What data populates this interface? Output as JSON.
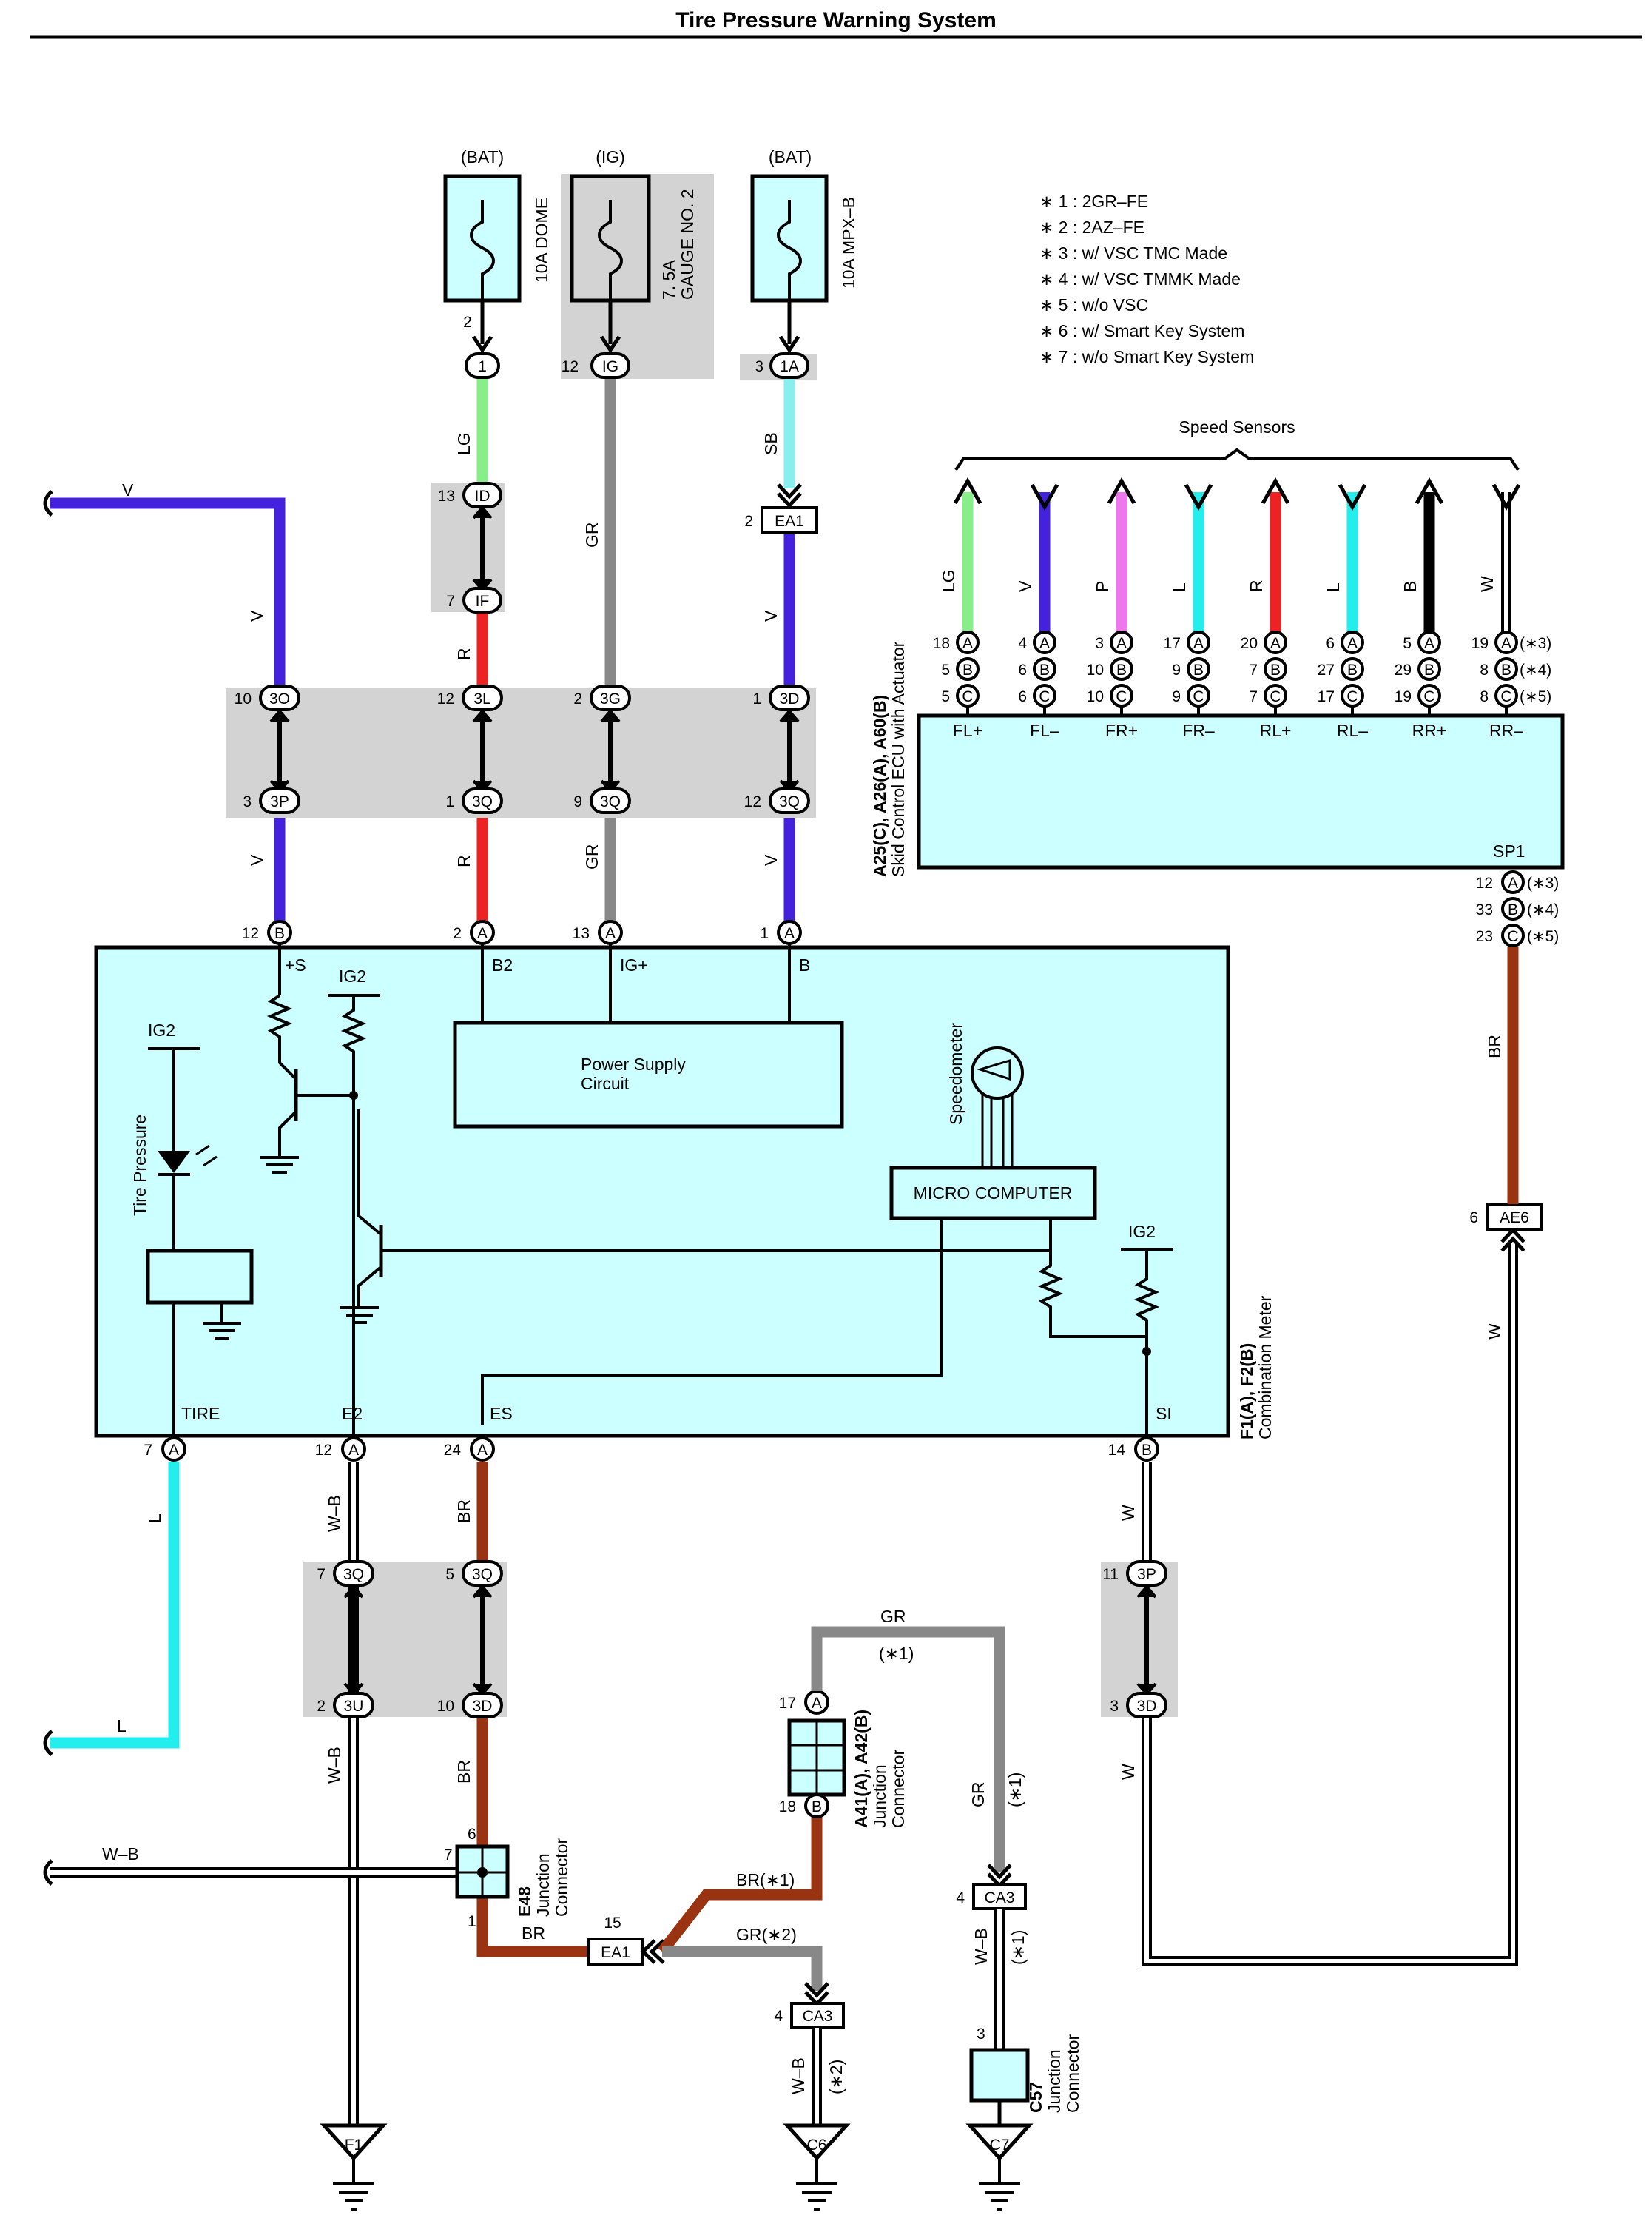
{
  "title": "Tire Pressure Warning System",
  "notes": [
    "∗ 1 : 2GR–FE",
    "∗ 2 : 2AZ–FE",
    "∗ 3 : w/ VSC TMC Made",
    "∗ 4 : w/ VSC TMMK Made",
    "∗ 5 : w/o VSC",
    "∗ 6 : w/ Smart Key System",
    "∗ 7 : w/o Smart Key System"
  ],
  "fuses": [
    {
      "source": "(BAT)",
      "name": "10A DOME",
      "pin": "2",
      "connector": "1"
    },
    {
      "source": "(IG)",
      "name": "7. 5A",
      "name2": "GAUGE NO. 2",
      "pin": "12",
      "connector": "IG"
    },
    {
      "source": "(BAT)",
      "name": "10A MPX–B",
      "pin": "3",
      "connector": "1A"
    }
  ],
  "speed_sensors": {
    "label": "Speed Sensors",
    "wires": [
      "LG",
      "V",
      "P",
      "L",
      "R",
      "L",
      "B",
      "W"
    ],
    "terminals": [
      "FL+",
      "FL–",
      "FR+",
      "FR–",
      "RL+",
      "RL–",
      "RR+",
      "RR–"
    ],
    "pins_a": [
      "18",
      "4",
      "3",
      "17",
      "20",
      "6",
      "5",
      "19"
    ],
    "pins_b": [
      "5",
      "6",
      "10",
      "9",
      "7",
      "27",
      "29",
      "8"
    ],
    "pins_c": [
      "5",
      "6",
      "10",
      "9",
      "7",
      "17",
      "19",
      "8"
    ],
    "variant_tags": [
      "(∗3)",
      "(∗4)",
      "(∗5)"
    ]
  },
  "skid_ecu": {
    "id": "A25(C), A26(A), A60(B)",
    "name": "Skid Control ECU with Actuator",
    "sp1": "SP1",
    "sp1_pins": [
      "12",
      "33",
      "23"
    ],
    "sp1_conn": [
      "A",
      "B",
      "C"
    ]
  },
  "meter": {
    "id": "F1(A), F2(B)",
    "name": "Combination Meter",
    "terms_top": [
      "+S",
      "B2",
      "IG+",
      "B"
    ],
    "ig2": "IG2",
    "power_supply": [
      "Power Supply",
      "Circuit"
    ],
    "speedometer": "Speedometer",
    "micro": "MICRO COMPUTER",
    "tire_pressure": "Tire Pressure",
    "terms_bottom": [
      "TIRE",
      "E2",
      "ES",
      "SI"
    ],
    "pins_top": [
      "12",
      "2",
      "13",
      "1"
    ],
    "pins_top_conn": [
      "B",
      "A",
      "A",
      "A"
    ],
    "pins_bottom": [
      "7",
      "12",
      "24",
      "14"
    ],
    "pins_bottom_conn": [
      "A",
      "A",
      "A",
      "B"
    ]
  },
  "wire_colors": {
    "V": "#4422dd",
    "LG": "#88ee88",
    "GR": "#888888",
    "SB": "#88eeee",
    "R": "#ee2222",
    "L": "#22eeee",
    "BR": "#993311",
    "P": "#ee77ee",
    "B": "#000000",
    "W": "#ffffff"
  },
  "labels": {
    "V": "V",
    "LG": "LG",
    "GR": "GR",
    "SB": "SB",
    "R": "R",
    "L": "L",
    "BR": "BR",
    "W": "W",
    "WB": "W–B",
    "br1": "BR(∗1)",
    "gr2": "GR(∗2)",
    "gr": "GR",
    "star1": "(∗1)",
    "star2": "(∗2)"
  },
  "connectors": {
    "ID": "ID",
    "IF": "IF",
    "EA1": "EA1",
    "3O": "3O",
    "3L": "3L",
    "3G": "3G",
    "3D": "3D",
    "3P": "3P",
    "3Q": "3Q",
    "3U": "3U",
    "AE6": "AE6",
    "CA3": "CA3",
    "A": "A",
    "B": "B"
  },
  "pins": {
    "p13": "13",
    "p7": "7",
    "p2": "2",
    "p10": "10",
    "p12": "12",
    "p1": "1",
    "p3": "3",
    "p9": "9",
    "p5": "5",
    "p11": "11",
    "p6": "6",
    "p15": "15",
    "p4": "4",
    "p17": "17",
    "p18": "18"
  },
  "junctions": {
    "E48": {
      "id": "E48",
      "name": "Junction",
      "name2": "Connector"
    },
    "A41": {
      "id": "A41(A), A42(B)",
      "name": "Junction",
      "name2": "Connector"
    },
    "C57": {
      "id": "C57",
      "name": "Junction",
      "name2": "Connector"
    }
  },
  "grounds": [
    "F1",
    "C6",
    "C7"
  ]
}
